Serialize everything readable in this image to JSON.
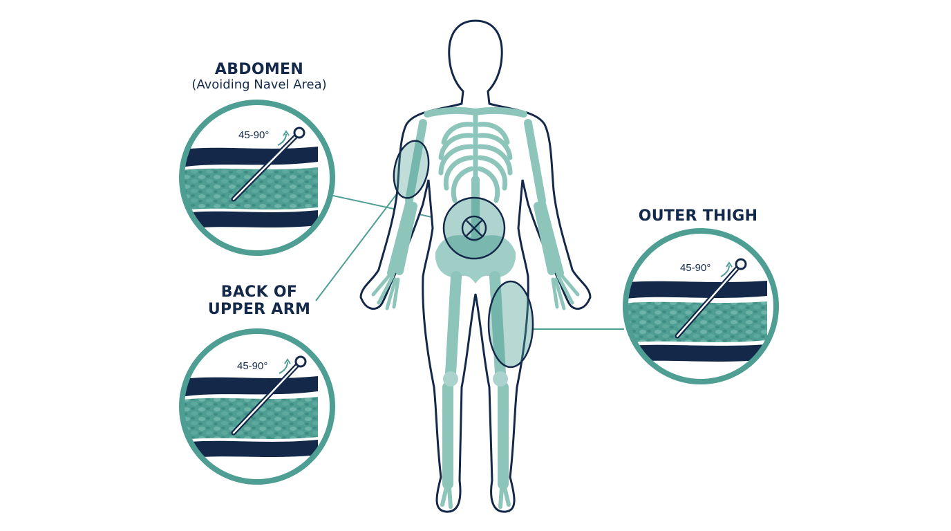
{
  "colors": {
    "navy": "#14294a",
    "teal": "#4e9e94",
    "teal_light": "#8dc5bb",
    "teal_fill": "#a9d3cc",
    "background": "#ffffff"
  },
  "sites": [
    {
      "id": "abdomen",
      "title": "ABDOMEN",
      "subtitle": "(Avoiding Navel Area)",
      "angle_label": "45-90°"
    },
    {
      "id": "back-of-upper-arm",
      "title_line1": "BACK OF",
      "title_line2": "UPPER ARM",
      "angle_label": "45-90°"
    },
    {
      "id": "outer-thigh",
      "title": "OUTER THIGH",
      "angle_label": "45-90°"
    }
  ],
  "icons": {
    "navel": "circle-x-icon",
    "needle": "needle-icon",
    "angle_arrow": "curved-arrow-icon"
  }
}
